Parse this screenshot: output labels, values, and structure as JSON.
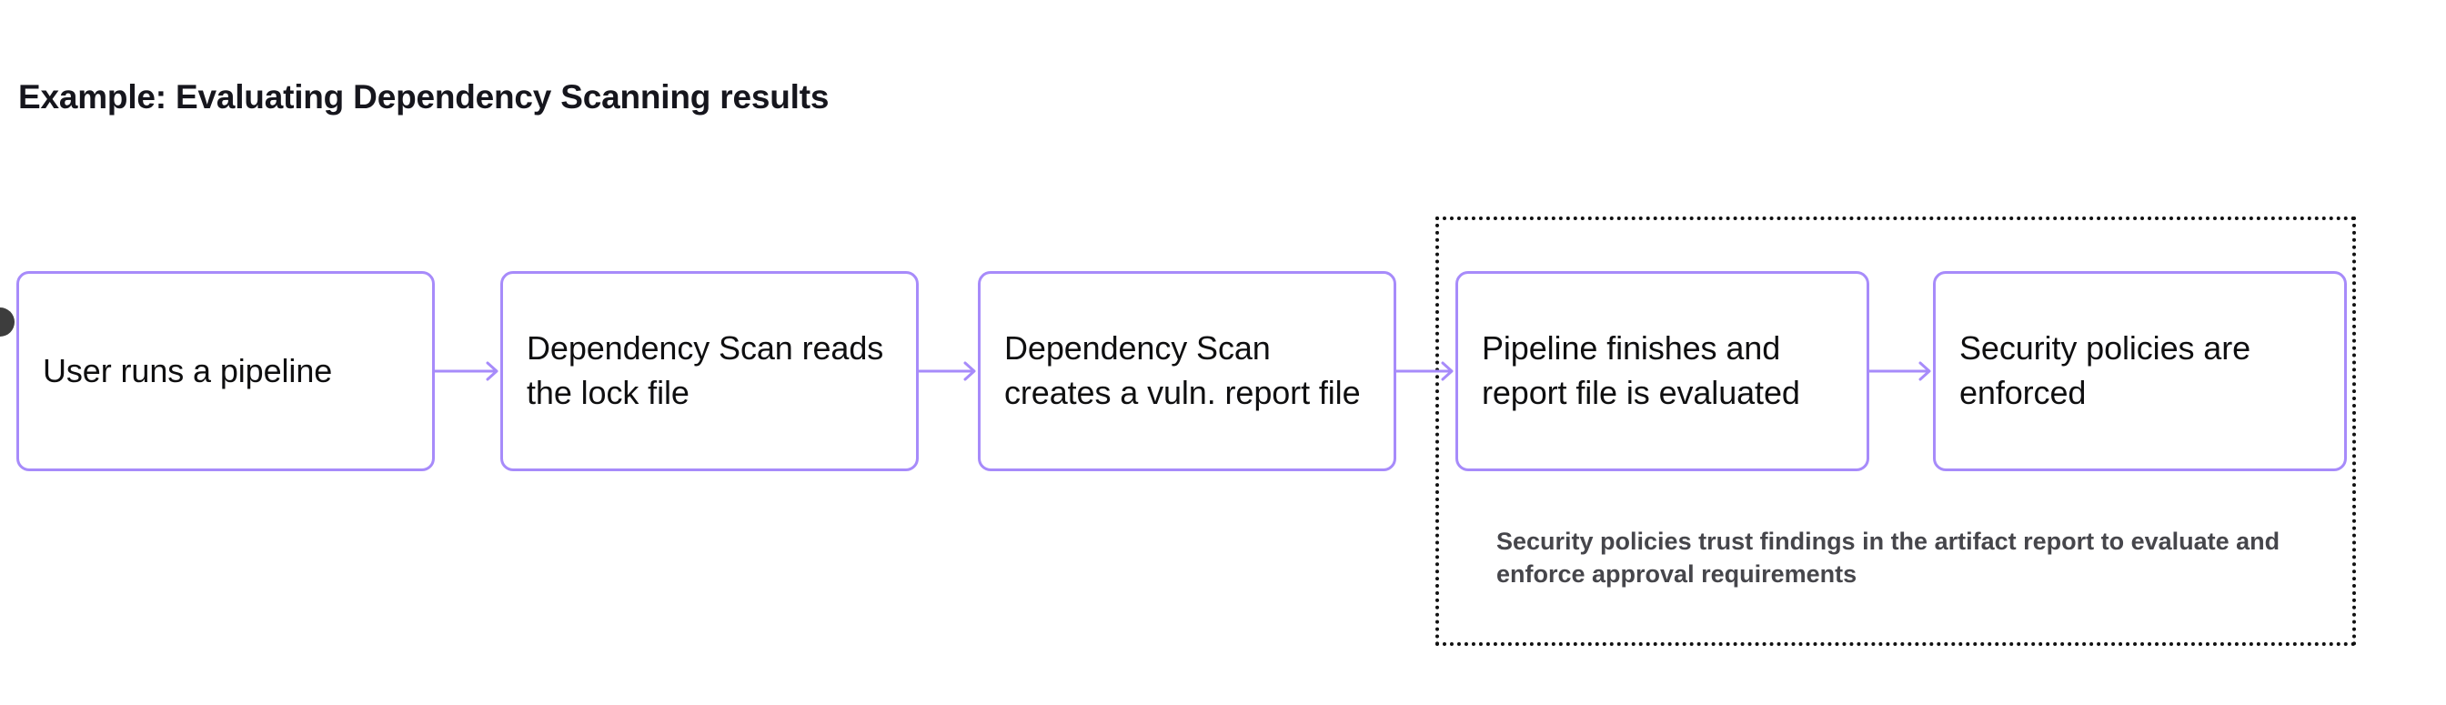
{
  "title": "Example: Evaluating Dependency Scanning results",
  "colors": {
    "node_border": "#a78bfa",
    "arrow": "#a78bfa",
    "group_border": "#111111",
    "title_text": "#16161d",
    "node_text": "#0f0f10",
    "caption_text": "#46464b",
    "start_node": "#3d3d3d",
    "background": "#ffffff"
  },
  "diagram": {
    "type": "flowchart",
    "direction": "left-to-right",
    "start_node_label": "",
    "nodes": [
      {
        "id": "node-1",
        "label": "User runs a pipeline",
        "in_group": false
      },
      {
        "id": "node-2",
        "label": "Dependency Scan reads the lock file",
        "in_group": false
      },
      {
        "id": "node-3",
        "label": "Dependency Scan creates a vuln. report file",
        "in_group": false
      },
      {
        "id": "node-4",
        "label": "Pipeline finishes and report file is evaluated",
        "in_group": true
      },
      {
        "id": "node-5",
        "label": "Security policies are enforced",
        "in_group": true
      }
    ],
    "edges": [
      {
        "id": "arrow-1",
        "from": "node-1",
        "to": "node-2",
        "label": ""
      },
      {
        "id": "arrow-2",
        "from": "node-2",
        "to": "node-3",
        "label": ""
      },
      {
        "id": "arrow-3",
        "from": "node-3",
        "to": "node-4",
        "label": ""
      },
      {
        "id": "arrow-4",
        "from": "node-4",
        "to": "node-5",
        "label": ""
      }
    ],
    "group": {
      "style": "dotted",
      "caption": "Security policies trust findings in the artifact report to evaluate and enforce approval requirements",
      "members": [
        "node-4",
        "node-5"
      ]
    }
  }
}
